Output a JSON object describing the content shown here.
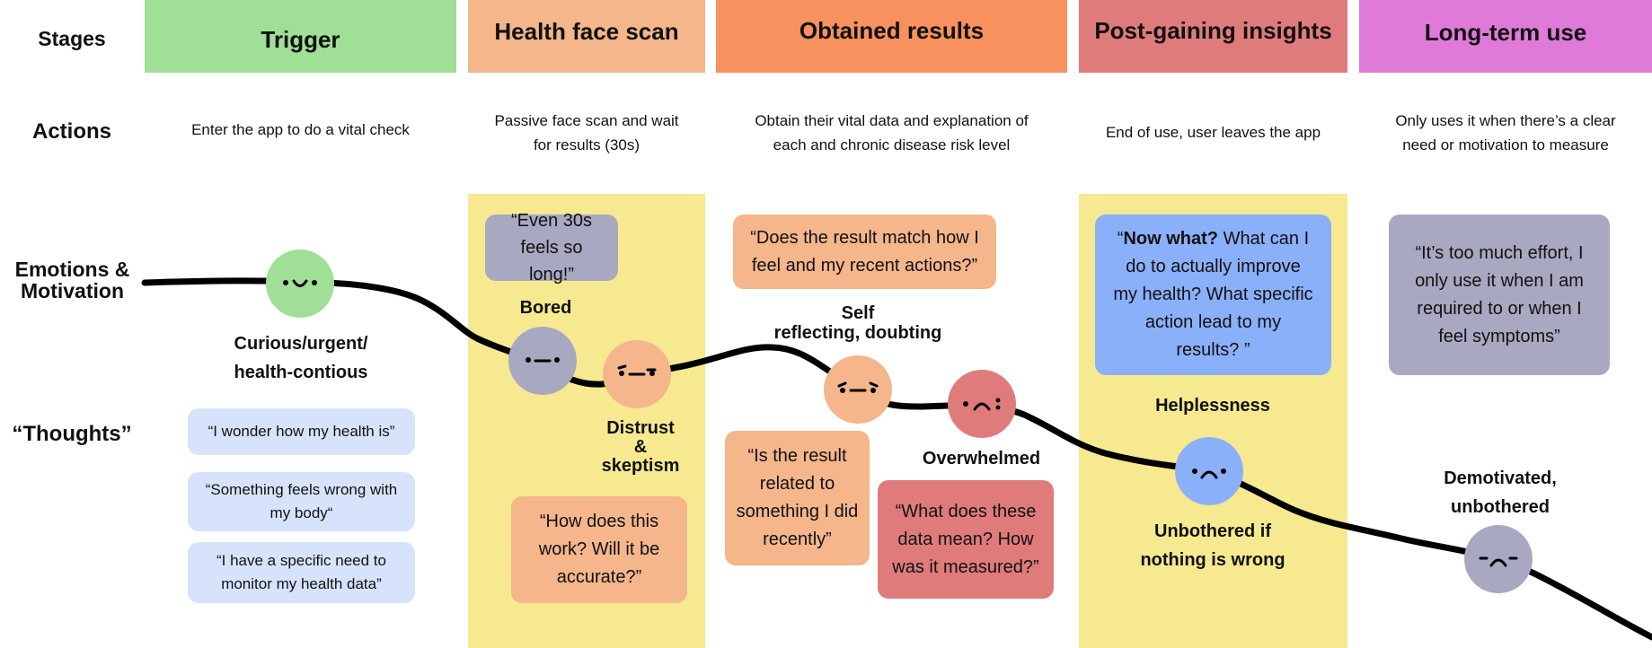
{
  "rows": {
    "stages": "Stages",
    "actions": "Actions",
    "emotions_line1": "Emotions &",
    "emotions_line2": "Motivation",
    "thoughts": "“Thoughts”"
  },
  "colors": {
    "trigger": "#9fdf96",
    "health_face_scan": "#f4b68a",
    "obtained_results": "#f7915e",
    "post_gaining_insights": "#e07b7b",
    "long_term_use": "#df7ad8",
    "band": "#f6e990",
    "bubble_blue_light": "#d7e3fb",
    "bubble_gray": "#a9a8c1",
    "bubble_orange": "#f4b68a",
    "bubble_red": "#e07b7b",
    "bubble_blue": "#8bb0fa",
    "face_green": "#9fdf96",
    "face_gray": "#a9a8c1",
    "face_orange": "#f4b68a",
    "face_red": "#e07b7b",
    "face_blue": "#8bb0fa"
  },
  "stages": [
    {
      "title": "Trigger",
      "action_line1": "Enter the app to do a vital check",
      "action_line2": ""
    },
    {
      "title": "Health face scan",
      "action_line1": "Passive face scan and wait",
      "action_line2": "for results (30s)"
    },
    {
      "title": "Obtained results",
      "action_line1": "Obtain their vital data and explanation of",
      "action_line2": "each and chronic disease risk level"
    },
    {
      "title": "Post-gaining insights",
      "action_line1": "End of use, user leaves the app",
      "action_line2": ""
    },
    {
      "title": "Long-term use",
      "action_line1": "Only uses it when there’s a clear",
      "action_line2": "need or motivation to measure"
    }
  ],
  "emotions": {
    "curious": {
      "line1": "Curious/urgent/",
      "line2": "health-contious",
      "icon": "happy-face-icon"
    },
    "bored": {
      "line1": "Bored",
      "icon": "bored-face-icon"
    },
    "distrust": {
      "line1": "Distrust",
      "line2": "&",
      "line3": "skeptism",
      "icon": "skeptical-face-icon"
    },
    "self_reflecting": {
      "line1": "Self",
      "line2": "reflecting, doubting",
      "icon": "doubting-face-icon"
    },
    "overwhelmed": {
      "line1": "Overwhelmed",
      "icon": "sad-face-icon"
    },
    "helplessness": {
      "line1": "Helplessness",
      "icon": "sad-face-icon"
    },
    "unbothered": {
      "line1": "Unbothered if",
      "line2": "nothing is wrong"
    },
    "demotivated": {
      "line1": "Demotivated,",
      "line2": "unbothered",
      "icon": "frown-face-icon"
    }
  },
  "thoughts": {
    "t1": "“I wonder how my health is”",
    "t2_line1": "“Something feels wrong with",
    "t2_line2": "my body“",
    "t3_line1": "“I have a specific need to",
    "t3_line2": "monitor my health data”",
    "t4_line1": "“Even 30s",
    "t4_line2": "feels so long!”",
    "t5_line1": "“How does this",
    "t5_line2": "work? Will it be",
    "t5_line3": "accurate?”",
    "t6_line1": "“Does the result match how I",
    "t6_line2": "feel and my recent actions?”",
    "t7_line1": "“Is the result",
    "t7_line2": "related to",
    "t7_line3": "something I did",
    "t7_line4": "recently”",
    "t8_line1": "“What does these",
    "t8_line2": "data mean? How",
    "t8_line3": "was it measured?”",
    "t9_quote": "“",
    "t9_bold": "Now what?",
    "t9_rest1": " What can I",
    "t9_line2": "do to actually improve",
    "t9_line3": "my health? What specific",
    "t9_line4": "action lead to my",
    "t9_line5": "results? ”",
    "t10_line1": "“It’s too much effort, I",
    "t10_line2": "only use it when I am",
    "t10_line3": "required to or when I",
    "t10_line4": "feel symptoms”"
  }
}
